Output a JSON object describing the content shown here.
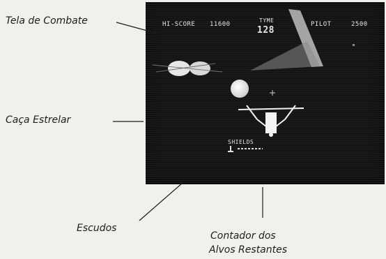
{
  "labels": {
    "combat_screen": "Tela de Combate",
    "starfighter": "Caça Estrelar",
    "shields": "Escudos",
    "targets_counter_line1": "Contador dos",
    "targets_counter_line2": "Alvos Restantes"
  },
  "hud": {
    "hiscore_label": "HI-SCORE",
    "hiscore_value": "11600",
    "tyme_label": "TYME",
    "tyme_value": "128",
    "pilot_label": "PILOT",
    "pilot_value": "2500",
    "shields_label": "SHIELDS"
  },
  "colors": {
    "screen_bg": "#141414",
    "hud_text": "#e6e6e6",
    "page_bg": "#f2f0ec"
  }
}
